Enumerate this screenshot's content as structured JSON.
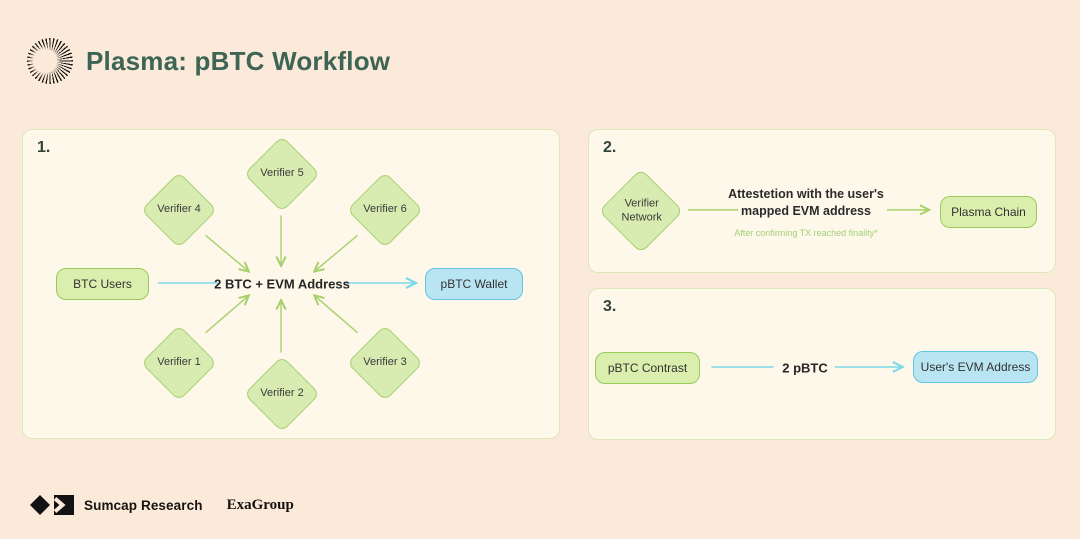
{
  "colors": {
    "page_bg": "#fbead9",
    "panel_bg": "#fdf8ea",
    "panel_border": "#dce8ba",
    "diamond_fill": "#d8ecb2",
    "diamond_border": "#a6cf6e",
    "green_box_fill": "#daefad",
    "green_box_border": "#9cc95e",
    "blue_box_fill": "#b9e5f2",
    "blue_box_border": "#65c4df",
    "arrow_green": "#a9d06c",
    "arrow_blue": "#7ed8ea",
    "title_color": "#3d6454",
    "note_green": "#a5cf75"
  },
  "header": {
    "title": "Plasma: pBTC Workflow"
  },
  "panels": {
    "step1": {
      "number": "1.",
      "verifiers": [
        "Verifier 4",
        "Verifier 5",
        "Verifier 6",
        "Verifier 1",
        "Verifier 2",
        "Verifier 3"
      ],
      "source_label": "BTC Users",
      "center_label": "2 BTC + EVM Address",
      "target_label": "pBTC Wallet"
    },
    "step2": {
      "number": "2.",
      "diamond_label": "Verifier Network",
      "attestation_text": "Attestetion with the user's mapped EVM address",
      "attestation_note": "After confirming TX reached finality*",
      "target_label": "Plasma Chain"
    },
    "step3": {
      "number": "3.",
      "source_label": "pBTC Contrast",
      "amount_label": "2 pBTC",
      "target_label": "User's EVM Address"
    }
  },
  "footer": {
    "brand_primary": "Sumcap Research",
    "brand_secondary": "ExaGroup"
  }
}
